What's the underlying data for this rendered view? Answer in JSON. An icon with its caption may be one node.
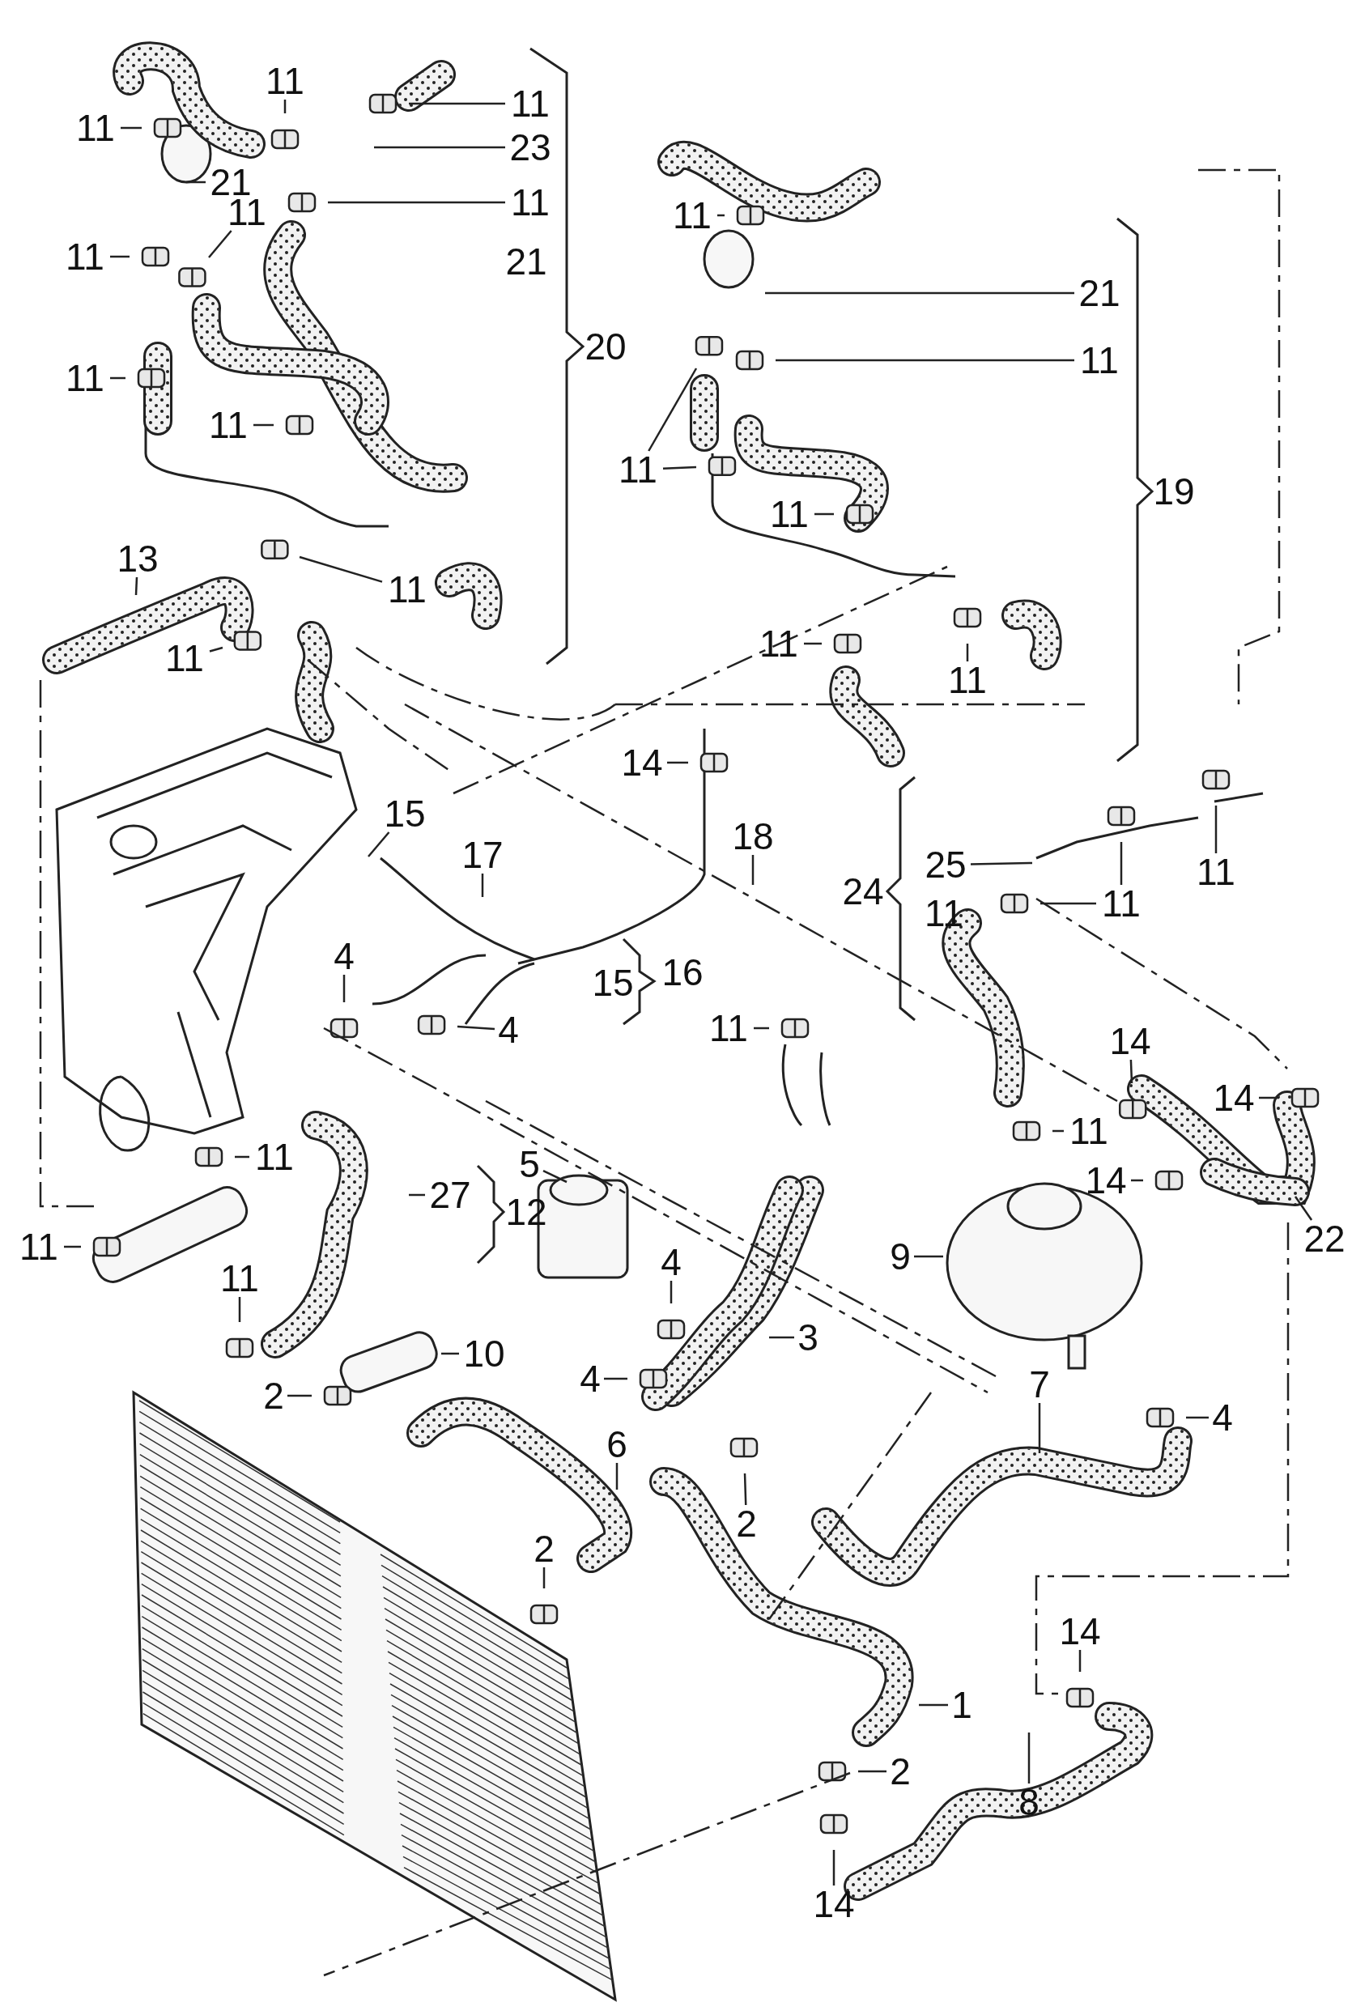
{
  "diagram": {
    "nodes": [
      {
        "text": [
          "11"
        ]
      },
      {
        "text": [
          "11"
        ]
      },
      {
        "text": [
          "11"
        ]
      },
      {
        "text": [
          "23"
        ]
      },
      {
        "text": [
          "21"
        ]
      },
      {
        "text": [
          "11"
        ]
      },
      {
        "text": [
          "11"
        ]
      },
      {
        "text": [
          "11"
        ]
      },
      {
        "text": [
          "11"
        ]
      },
      {
        "text": [
          "11"
        ]
      },
      {
        "text": [
          "11"
        ]
      },
      {
        "text": [
          "13"
        ]
      },
      {
        "text": [
          "11"
        ]
      },
      {
        "text": [
          "11"
        ]
      },
      {
        "text": [
          "21"
        ]
      },
      {
        "text": [
          "11"
        ]
      },
      {
        "text": [
          "11"
        ]
      },
      {
        "text": [
          "11"
        ]
      },
      {
        "text": [
          "11"
        ]
      },
      {
        "text": [
          "11"
        ]
      },
      {
        "text": [
          "14"
        ]
      },
      {
        "text": [
          "15"
        ]
      },
      {
        "text": [
          "17"
        ]
      },
      {
        "text": [
          "18"
        ]
      },
      {
        "text": [
          "4"
        ]
      },
      {
        "text": [
          "4"
        ]
      },
      {
        "text": [
          "25"
        ]
      },
      {
        "text": [
          "11"
        ]
      },
      {
        "text": [
          "11"
        ]
      },
      {
        "text": [
          "11"
        ]
      },
      {
        "text": [
          "14"
        ]
      },
      {
        "text": [
          "14"
        ]
      },
      {
        "text": [
          "11"
        ]
      },
      {
        "text": [
          "14"
        ]
      },
      {
        "text": [
          "22"
        ]
      },
      {
        "text": [
          "9"
        ]
      },
      {
        "text": [
          "3"
        ]
      },
      {
        "text": [
          "11"
        ]
      },
      {
        "text": [
          "11"
        ]
      },
      {
        "text": [
          "27"
        ]
      },
      {
        "text": [
          "5"
        ]
      },
      {
        "text": [
          "4"
        ]
      },
      {
        "text": [
          "11"
        ]
      },
      {
        "text": [
          "10"
        ]
      },
      {
        "text": [
          "4"
        ]
      },
      {
        "text": [
          "2"
        ]
      },
      {
        "text": [
          "6"
        ]
      },
      {
        "text": [
          "2"
        ]
      },
      {
        "text": [
          "2"
        ]
      },
      {
        "text": [
          "7"
        ]
      },
      {
        "text": [
          "4"
        ]
      },
      {
        "text": [
          "1"
        ]
      },
      {
        "text": [
          "2"
        ]
      },
      {
        "text": [
          "14"
        ]
      },
      {
        "text": [
          "8"
        ]
      },
      {
        "text": [
          "14"
        ]
      }
    ],
    "edges": [
      {
        "from": 0,
        "to": null,
        "arrow": "none"
      },
      {
        "from": 1,
        "to": null,
        "arrow": "none"
      },
      {
        "from": 2,
        "to": null,
        "arrow": "none"
      },
      {
        "from": 3,
        "to": null,
        "arrow": "none"
      },
      {
        "from": 4,
        "to": null,
        "arrow": "none"
      },
      {
        "from": 5,
        "to": null,
        "arrow": "none"
      },
      {
        "from": 6,
        "to": null,
        "arrow": "none"
      },
      {
        "from": 7,
        "to": null,
        "arrow": "none"
      },
      {
        "from": 8,
        "to": null,
        "arrow": "none"
      },
      {
        "from": 9,
        "to": null,
        "arrow": "none"
      },
      {
        "from": 10,
        "to": null,
        "arrow": "none"
      },
      {
        "from": 11,
        "to": null,
        "arrow": "none"
      },
      {
        "from": 12,
        "to": null,
        "arrow": "none"
      },
      {
        "from": 13,
        "to": null,
        "arrow": "none"
      },
      {
        "from": 14,
        "to": null,
        "arrow": "none"
      },
      {
        "from": 15,
        "to": null,
        "arrow": "none"
      },
      {
        "from": 16,
        "to": null,
        "arrow": "none"
      },
      {
        "from": 16,
        "to": null,
        "arrow": "none"
      },
      {
        "from": 17,
        "to": null,
        "arrow": "none"
      },
      {
        "from": 18,
        "to": null,
        "arrow": "none"
      },
      {
        "from": 19,
        "to": null,
        "arrow": "none"
      },
      {
        "from": 20,
        "to": null,
        "arrow": "none"
      },
      {
        "from": 21,
        "to": null,
        "arrow": "none"
      },
      {
        "from": 22,
        "to": null,
        "arrow": "none"
      },
      {
        "from": 23,
        "to": null,
        "arrow": "none"
      },
      {
        "from": 24,
        "to": null,
        "arrow": "none"
      },
      {
        "from": 25,
        "to": null,
        "arrow": "none"
      },
      {
        "from": 26,
        "to": null,
        "arrow": "none"
      },
      {
        "from": 27,
        "to": null,
        "arrow": "none"
      },
      {
        "from": 27,
        "to": null,
        "arrow": "none"
      },
      {
        "from": 28,
        "to": null,
        "arrow": "none"
      },
      {
        "from": 29,
        "to": null,
        "arrow": "none"
      },
      {
        "from": 30,
        "to": null,
        "arrow": "none"
      },
      {
        "from": 31,
        "to": null,
        "arrow": "none"
      },
      {
        "from": 32,
        "to": null,
        "arrow": "none"
      },
      {
        "from": 33,
        "to": null,
        "arrow": "none"
      },
      {
        "from": 34,
        "to": null,
        "arrow": "none"
      },
      {
        "from": 35,
        "to": null,
        "arrow": "none"
      },
      {
        "from": 36,
        "to": null,
        "arrow": "none"
      },
      {
        "from": 37,
        "to": null,
        "arrow": "none"
      },
      {
        "from": 38,
        "to": null,
        "arrow": "none"
      },
      {
        "from": 39,
        "to": null,
        "arrow": "none"
      },
      {
        "from": 40,
        "to": null,
        "arrow": "none"
      },
      {
        "from": 41,
        "to": null,
        "arrow": "none"
      },
      {
        "from": 42,
        "to": null,
        "arrow": "none"
      },
      {
        "from": 43,
        "to": null,
        "arrow": "none"
      },
      {
        "from": 44,
        "to": null,
        "arrow": "none"
      },
      {
        "from": 45,
        "to": null,
        "arrow": "none"
      },
      {
        "from": 46,
        "to": null,
        "arrow": "none"
      },
      {
        "from": 47,
        "to": null,
        "arrow": "none"
      },
      {
        "from": 48,
        "to": null,
        "arrow": "none"
      },
      {
        "from": 49,
        "to": null,
        "arrow": "none"
      },
      {
        "from": 50,
        "to": null,
        "arrow": "none"
      },
      {
        "from": 51,
        "to": null,
        "arrow": "none"
      },
      {
        "from": 52,
        "to": null,
        "arrow": "none"
      },
      {
        "from": 53,
        "to": null,
        "arrow": "none"
      },
      {
        "from": 54,
        "to": null,
        "arrow": "none"
      },
      {
        "from": 55,
        "to": null,
        "arrow": "none"
      }
    ],
    "labels": [
      "21",
      "20",
      "19",
      "24",
      "11",
      "16",
      "15",
      "12"
    ]
  }
}
